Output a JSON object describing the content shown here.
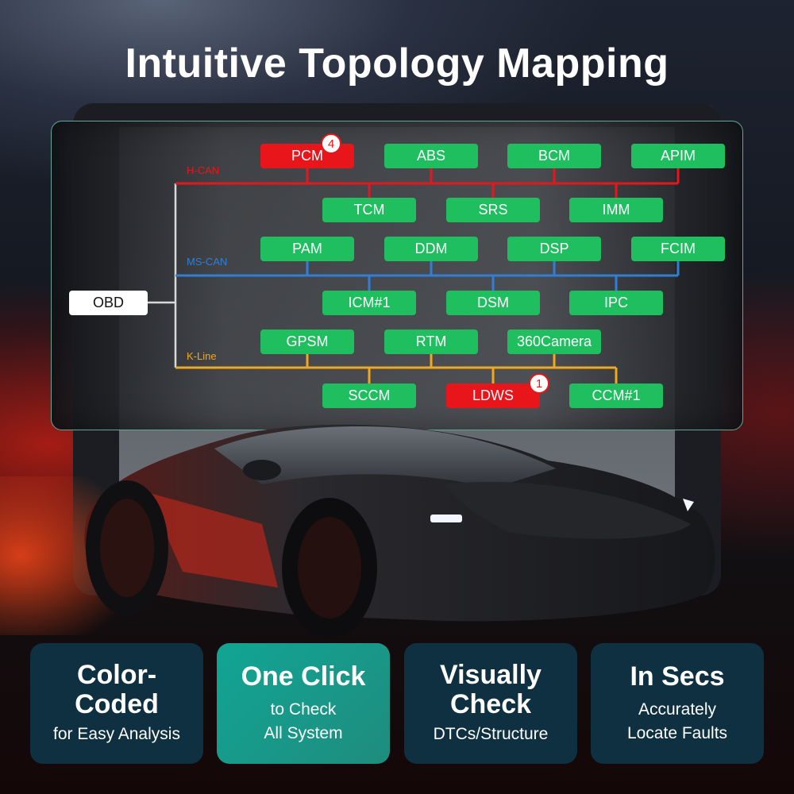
{
  "title": "Intuitive Topology Mapping",
  "colors": {
    "node_ok": "#1fbf5f",
    "node_fault": "#e8161a",
    "h_can_line": "#e8161a",
    "ms_can_line": "#2f7fd6",
    "k_line": "#f0a81c",
    "obd_trunk": "#d9d9d9",
    "card_dark": "#0e3040",
    "card_teal": "#11a594",
    "panel_border": "#5fa899"
  },
  "topology": {
    "root": "OBD",
    "buses": [
      {
        "name": "H-CAN",
        "color": "#e8161a",
        "top_row": [
          {
            "label": "PCM",
            "status": "fault",
            "dtc_count": "4"
          },
          {
            "label": "ABS",
            "status": "ok"
          },
          {
            "label": "BCM",
            "status": "ok"
          },
          {
            "label": "APIM",
            "status": "ok"
          }
        ],
        "bottom_row": [
          {
            "label": "TCM",
            "status": "ok"
          },
          {
            "label": "SRS",
            "status": "ok"
          },
          {
            "label": "IMM",
            "status": "ok"
          }
        ]
      },
      {
        "name": "MS-CAN",
        "color": "#2f7fd6",
        "top_row": [
          {
            "label": "PAM",
            "status": "ok"
          },
          {
            "label": "DDM",
            "status": "ok"
          },
          {
            "label": "DSP",
            "status": "ok"
          },
          {
            "label": "FCIM",
            "status": "ok"
          }
        ],
        "bottom_row": [
          {
            "label": "ICM#1",
            "status": "ok"
          },
          {
            "label": "DSM",
            "status": "ok"
          },
          {
            "label": "IPC",
            "status": "ok"
          }
        ]
      },
      {
        "name": "K-Line",
        "color": "#f0a81c",
        "top_row": [
          {
            "label": "GPSM",
            "status": "ok"
          },
          {
            "label": "RTM",
            "status": "ok"
          },
          {
            "label": "360Camera",
            "status": "ok"
          }
        ],
        "bottom_row": [
          {
            "label": "SCCM",
            "status": "ok"
          },
          {
            "label": "LDWS",
            "status": "fault",
            "dtc_count": "1"
          },
          {
            "label": "CCM#1",
            "status": "ok"
          }
        ]
      }
    ]
  },
  "features": [
    {
      "headline_1": "Color-",
      "headline_2": "Coded",
      "sub_1": "for Easy Analysis",
      "sub_2": ""
    },
    {
      "headline_1": "One Click",
      "headline_2": "",
      "sub_1": "to Check",
      "sub_2": "All System"
    },
    {
      "headline_1": "Visually",
      "headline_2": "Check",
      "sub_1": "DTCs/Structure",
      "sub_2": ""
    },
    {
      "headline_1": "In Secs",
      "headline_2": "",
      "sub_1": "Accurately",
      "sub_2": "Locate Faults"
    }
  ]
}
